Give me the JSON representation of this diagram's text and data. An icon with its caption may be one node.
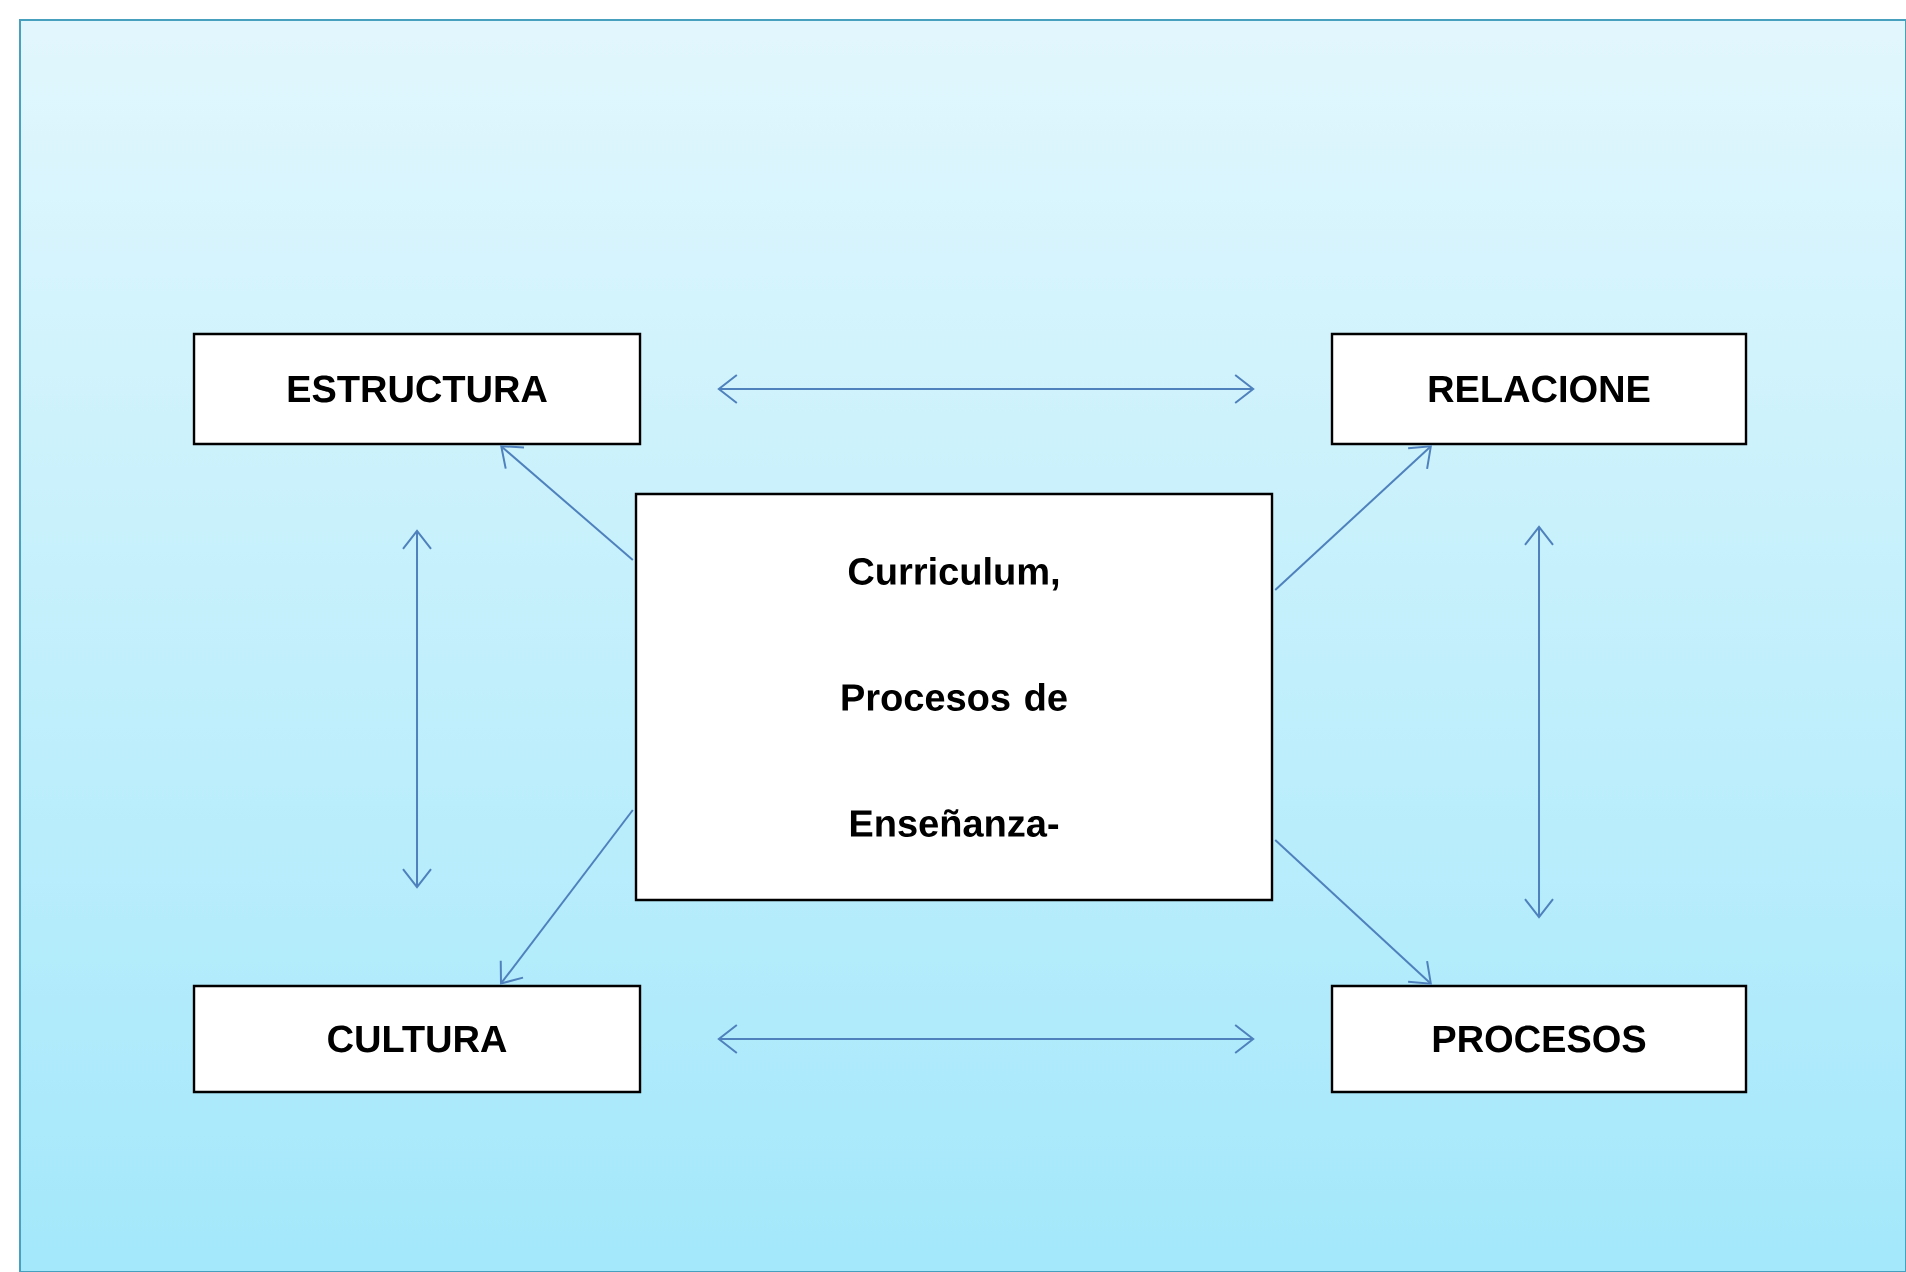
{
  "diagram": {
    "nodes": [
      {
        "text": [
          "ESTRUCTURA"
        ]
      },
      {
        "text": [
          "RELACIONE"
        ]
      },
      {
        "text": [
          "Curriculum, Procesos de Enseñanza-"
        ]
      },
      {
        "text": [
          "CULTURA"
        ]
      },
      {
        "text": [
          "PROCESOS"
        ]
      }
    ],
    "edges": [
      {
        "from": 0,
        "to": 1,
        "arrow": "both"
      },
      {
        "from": 0,
        "to": 3,
        "arrow": "both"
      },
      {
        "from": 1,
        "to": 4,
        "arrow": "both"
      },
      {
        "from": 3,
        "to": 4,
        "arrow": "both"
      },
      {
        "from": 2,
        "to": 0,
        "arrow": "to"
      },
      {
        "from": 2,
        "to": 1,
        "arrow": "to"
      },
      {
        "from": 2,
        "to": 3,
        "arrow": "to"
      },
      {
        "from": 2,
        "to": 4,
        "arrow": "to"
      }
    ]
  }
}
